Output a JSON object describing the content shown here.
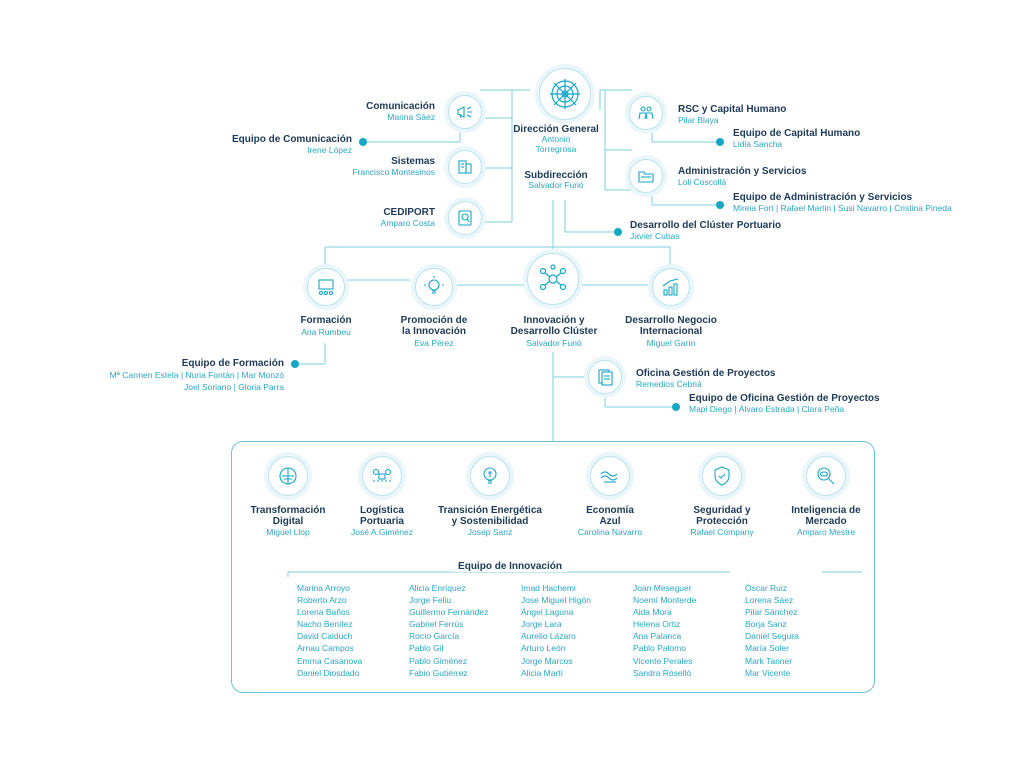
{
  "nodes": {
    "direccion": {
      "title": "Dirección General",
      "names": [
        "Antonio",
        "Torregrosa"
      ]
    },
    "subdireccion": {
      "title": "Subdirección",
      "name": "Salvador Furió"
    },
    "comunicacion": {
      "title": "Comunicación",
      "name": "Marina Sáez"
    },
    "equipo_comunicacion": {
      "title": "Equipo de Comunicación",
      "name": "Irene López"
    },
    "sistemas": {
      "title": "Sistemas",
      "name": "Francisco Montesinos"
    },
    "cediport": {
      "title": "CEDIPORT",
      "name": "Amparo Costa"
    },
    "rsc": {
      "title": "RSC y Capital Humano",
      "name": "Pilar Blaya"
    },
    "equipo_capital": {
      "title": "Equipo de Capital Humano",
      "name": "Lidia Sancha"
    },
    "administracion": {
      "title": "Administración y Servicios",
      "name": "Loli Coscollá"
    },
    "equipo_administracion": {
      "title": "Equipo de Administración y Servicios",
      "name": "Mireia Fort  | Rafael Martin | Susi Navarro | Cristina Pineda"
    },
    "desarrollo_cluster": {
      "title": "Desarrollo del  Clúster Portuario",
      "name": "Javier Cubas"
    },
    "formacion": {
      "title": "Formación",
      "name": "Ana Rumbeu"
    },
    "equipo_formacion": {
      "title": "Equipo de Formación",
      "names": [
        "Mª Carmen Estela | Nuria Fontán | Mar Monzó",
        "Joel Soriano | Gloria Parra"
      ]
    },
    "promocion": {
      "title_lines": [
        "Promoción de",
        "la Innovación"
      ],
      "name": "Eva Pérez"
    },
    "innovacion": {
      "title_lines": [
        "Innovación y",
        "Desarrollo Clúster"
      ],
      "name": "Salvador Furió"
    },
    "negocio": {
      "title_lines": [
        "Desarrollo Negocio",
        "Internacional"
      ],
      "name": "Miguel Garín"
    },
    "oficina": {
      "title": "Oficina Gestión de Proyectos",
      "name": "Remedios Cebriá"
    },
    "equipo_oficina": {
      "title": "Equipo de Oficina Gestión de Proyectos",
      "name": "Mapi Diego | Álvaro Estrada | Clara Peña"
    }
  },
  "areas": [
    {
      "title_lines": [
        "Transformación",
        "Digital"
      ],
      "name": "Miguel Llop",
      "icon": "digital-icon"
    },
    {
      "title_lines": [
        "Logística",
        "Portuaria"
      ],
      "name": "José A.Giménez",
      "icon": "logistics-icon"
    },
    {
      "title_lines": [
        "Transición Energética",
        "y Sostenibilidad"
      ],
      "name": "Josep Sanz",
      "icon": "energy-bulb-icon"
    },
    {
      "title_lines": [
        "Economía",
        "Azul"
      ],
      "name": "Carolina Navarro",
      "icon": "wave-icon"
    },
    {
      "title_lines": [
        "Seguridad y",
        "Protección"
      ],
      "name": "Rafael Company",
      "icon": "shield-icon"
    },
    {
      "title_lines": [
        "Inteligencia de",
        "Mercado"
      ],
      "name": "Amparo Mestre",
      "icon": "magnifier-eye-icon"
    }
  ],
  "equipo_innovacion": {
    "title": "Equipo de Innovación",
    "columns": [
      [
        "Marina Arroyo",
        "Roberto Arzo",
        "Lorena Baños",
        "Nacho Benítez",
        "David Calduch",
        "Arnau Campos",
        "Emma Casanova",
        "Daniel Diosdado"
      ],
      [
        "Alicia Enríquez",
        "Jorge Feliu",
        "Guillermo Fernández",
        "Gabriel Ferrús",
        "Rocío García",
        "Pablo Gil",
        "Pablo Giménez",
        "Fabio Gutiérrez"
      ],
      [
        "Imad Hachemi",
        "Jose Miguel Higón",
        "Ángel Laguna",
        "Jorge Lara",
        "Aurelio Lázaro",
        "Arturo León",
        "Jorge Marcos",
        "Alicia Martí"
      ],
      [
        "Joan Meseguer",
        "Noemí Monterde",
        "Aida Mora",
        "Helena Ortiz",
        "Ana Palanca",
        "Pablo Palomo",
        "Vicente Perales",
        "Sandra Roselló"
      ],
      [
        "Óscar Ruiz",
        "Lorena Sáez",
        "Pilar Sánchez",
        "Borja Sanz",
        "Daniel Segura",
        "María Soler",
        "Mark Tanner",
        "Mar Vicente"
      ]
    ]
  },
  "colors": {
    "title": "#1d3a57",
    "accent": "#2aa7c4",
    "line": "#7fcfdf",
    "dot": "#17a7c6",
    "icon_stroke": "#17a7c6",
    "icon_ring": "#eaf6f9"
  }
}
